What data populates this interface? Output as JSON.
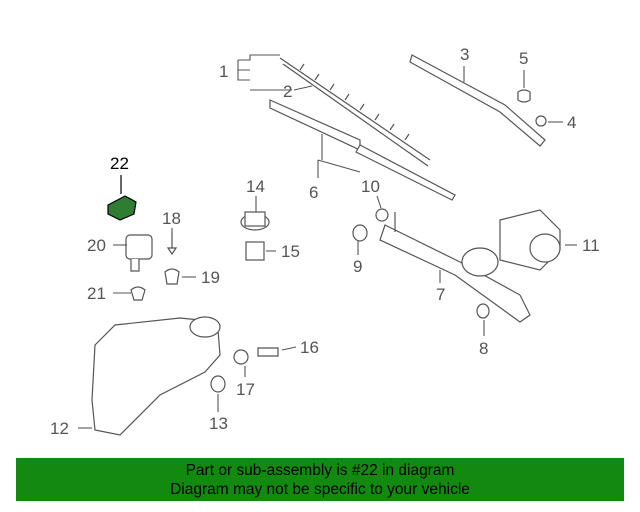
{
  "diagram": {
    "callouts": {
      "c1": "1",
      "c2": "2",
      "c3": "3",
      "c4": "4",
      "c5": "5",
      "c6": "6",
      "c7": "7",
      "c8": "8",
      "c9": "9",
      "c10": "10",
      "c11": "11",
      "c12": "12",
      "c13": "13",
      "c14": "14",
      "c15": "15",
      "c16": "16",
      "c17": "17",
      "c18": "18",
      "c19": "19",
      "c20": "20",
      "c21": "21",
      "c22": "22"
    },
    "highlight_callout": "22",
    "line_color": "#555555",
    "highlight_color": "#2e7d32"
  },
  "banner": {
    "line1": "Part or sub-assembly is #22 in diagram",
    "line2": "Diagram may not be specific to your vehicle",
    "bg_color": "#118a0f"
  }
}
